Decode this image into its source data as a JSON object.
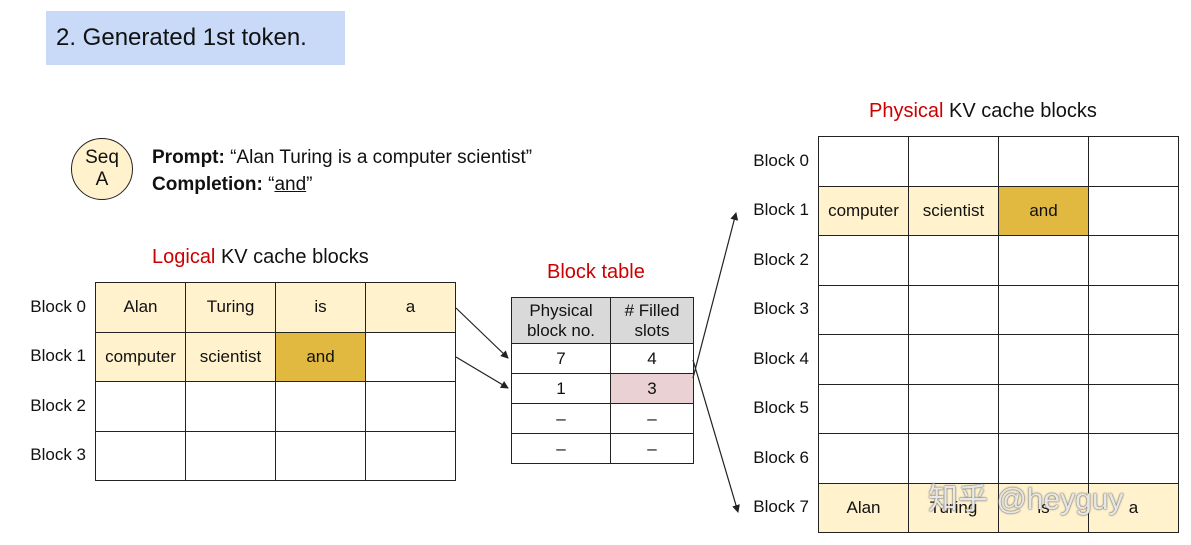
{
  "header": {
    "title": "2. Generated 1st token."
  },
  "sequence": {
    "badge_line1": "Seq",
    "badge_line2": "A",
    "prompt_label": "Prompt:",
    "prompt_text": " “Alan Turing is a computer scientist”",
    "completion_label": "Completion:",
    "completion_open": " “",
    "completion_text": "and",
    "completion_close": "”"
  },
  "logical": {
    "title_highlight": "Logical",
    "title_rest": " KV cache blocks",
    "rows": [
      {
        "label": "Block 0",
        "cells": [
          "Alan",
          "Turing",
          "is",
          "a"
        ],
        "filled": 4
      },
      {
        "label": "Block 1",
        "cells": [
          "computer",
          "scientist",
          "and",
          ""
        ],
        "filled": 3
      },
      {
        "label": "Block 2",
        "cells": [
          "",
          "",
          "",
          ""
        ],
        "filled": 0
      },
      {
        "label": "Block 3",
        "cells": [
          "",
          "",
          "",
          ""
        ],
        "filled": 0
      }
    ]
  },
  "block_table": {
    "title": "Block table",
    "col1_header_line1": "Physical",
    "col1_header_line2": "block no.",
    "col2_header_line1": "# Filled",
    "col2_header_line2": "slots",
    "rows": [
      {
        "block": "7",
        "slots": "4"
      },
      {
        "block": "1",
        "slots": "3"
      },
      {
        "block": "–",
        "slots": "–"
      },
      {
        "block": "–",
        "slots": "–"
      }
    ]
  },
  "physical": {
    "title_highlight": "Physical",
    "title_rest": " KV cache blocks",
    "rows": [
      {
        "label": "Block 0",
        "cells": [
          "",
          "",
          "",
          ""
        ],
        "filled": 0
      },
      {
        "label": "Block 1",
        "cells": [
          "computer",
          "scientist",
          "and",
          ""
        ],
        "filled": 3
      },
      {
        "label": "Block 2",
        "cells": [
          "",
          "",
          "",
          ""
        ],
        "filled": 0
      },
      {
        "label": "Block 3",
        "cells": [
          "",
          "",
          "",
          ""
        ],
        "filled": 0
      },
      {
        "label": "Block 4",
        "cells": [
          "",
          "",
          "",
          ""
        ],
        "filled": 0
      },
      {
        "label": "Block 5",
        "cells": [
          "",
          "",
          "",
          ""
        ],
        "filled": 0
      },
      {
        "label": "Block 6",
        "cells": [
          "",
          "",
          "",
          ""
        ],
        "filled": 0
      },
      {
        "label": "Block 7",
        "cells": [
          "Alan",
          "Turing",
          "is",
          "a"
        ],
        "filled": 4
      }
    ]
  },
  "watermark": "知乎 @heyguy",
  "colors": {
    "header_bg": "#c9daf8",
    "filled_slot": "#fff2cc",
    "latest_token": "#e1b941",
    "highlight_title": "#cc0000",
    "slot_count_highlight": "#ead1d3",
    "table_header": "#d9d9d9"
  }
}
